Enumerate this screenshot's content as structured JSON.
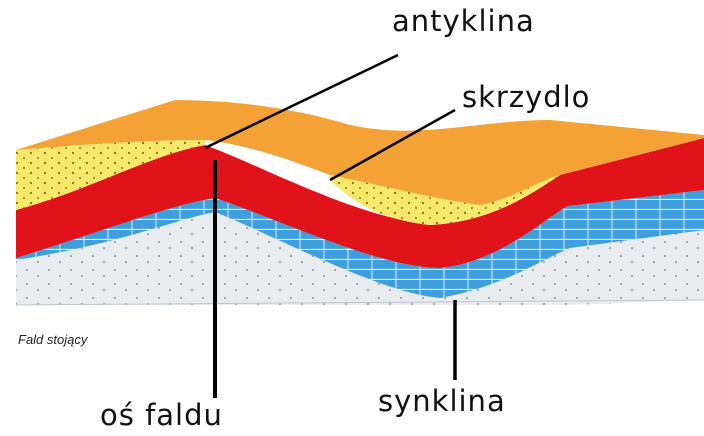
{
  "labels": {
    "antyklina": "antyklina",
    "skrzydlo": "skrzydlo",
    "synklina": "synklina",
    "os_faldu": "oś faldu",
    "caption": "Fald stojący"
  },
  "colors": {
    "top_surface": "#f4a236",
    "sand_layer": "#f6e86a",
    "red_layer": "#e0121a",
    "blue_layer": "#3f9fdc",
    "base_layer": "#e9ecef",
    "line": "#000000"
  }
}
